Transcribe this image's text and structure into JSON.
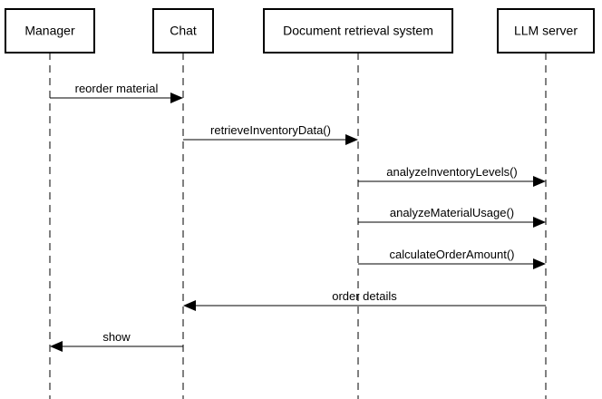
{
  "participants": [
    {
      "id": "manager",
      "label": "Manager"
    },
    {
      "id": "chat",
      "label": "Chat"
    },
    {
      "id": "retrieval",
      "label": "Document retrieval system"
    },
    {
      "id": "llm",
      "label": "LLM server"
    }
  ],
  "messages": [
    {
      "id": "reorder",
      "from": "manager",
      "to": "chat",
      "label": "reorder material"
    },
    {
      "id": "retrieve",
      "from": "chat",
      "to": "retrieval",
      "label": "retrieveInventoryData()"
    },
    {
      "id": "levels",
      "from": "retrieval",
      "to": "llm",
      "label": "analyzeInventoryLevels()"
    },
    {
      "id": "usage",
      "from": "retrieval",
      "to": "llm",
      "label": "analyzeMaterialUsage()"
    },
    {
      "id": "amount",
      "from": "retrieval",
      "to": "llm",
      "label": "calculateOrderAmount()"
    },
    {
      "id": "details",
      "from": "llm",
      "to": "chat",
      "label": "order details"
    },
    {
      "id": "show",
      "from": "chat",
      "to": "manager",
      "label": "show"
    }
  ]
}
